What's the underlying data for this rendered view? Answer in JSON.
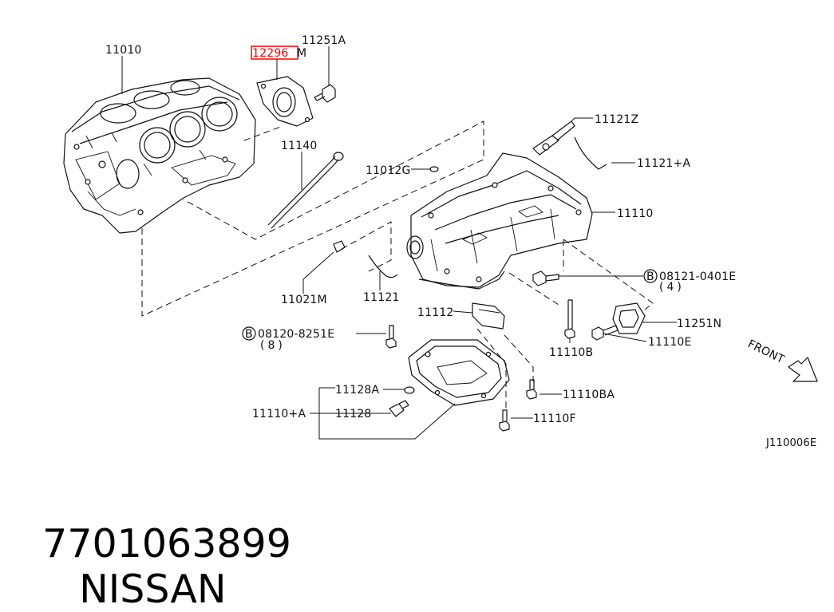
{
  "diagram": {
    "code": "J110006E",
    "front_label": "FRONT",
    "highlight_color": "#ff0000",
    "parts": {
      "p11010": "11010",
      "p12296m_a": "12296",
      "p12296m_b": "M",
      "p11251a": "11251A",
      "p11140": "11140",
      "p11012g": "11012G",
      "p11121z": "11121Z",
      "p11121a": "11121+A",
      "p11110": "11110",
      "p08121": "08121-0401E",
      "p08121_qty": "(4)",
      "p11021m": "11021M",
      "p11121": "11121",
      "p11112": "11112",
      "p08120": "08120-8251E",
      "p08120_qty": "(8)",
      "p11251n": "11251N",
      "p11110e": "11110E",
      "p11110b": "11110B",
      "p11128a": "11128A",
      "p11110a": "11110+A",
      "p11128": "11128",
      "p11110ba": "11110BA",
      "p11110f": "11110F",
      "bolt_symbol": "B"
    }
  },
  "caption": {
    "part_number": "7701063899",
    "brand": "NISSAN"
  }
}
